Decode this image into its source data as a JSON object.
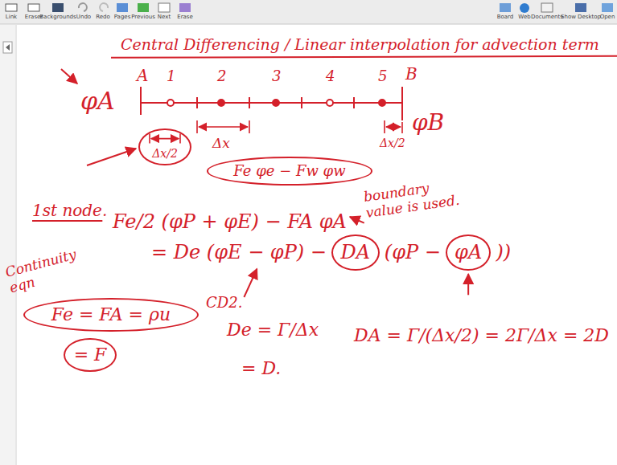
{
  "diagram": {
    "title": "Central Differencing / Linear interpolation for advection term",
    "nodes": [
      {
        "text": [
          "Δx/2"
        ]
      },
      {
        "text": [
          "Fe φe − Fw φw"
        ]
      },
      {
        "text": [
          "DA"
        ]
      },
      {
        "text": [
          "φA"
        ]
      },
      {
        "text": [
          "Fe = FA = ρu"
        ]
      },
      {
        "text": [
          "= F"
        ]
      }
    ],
    "labels": [
      "Link",
      "Eraser",
      "Backgrounds",
      "Undo",
      "Redo",
      "Pages",
      "Previous",
      "Next",
      "Erase",
      "Board",
      "Web",
      "Documents",
      "Show Desktop",
      "Open",
      "A",
      "1",
      "2",
      "3",
      "4",
      "5",
      "B",
      "φA",
      "φB",
      "Δx",
      "Δx/2",
      "1st node.",
      "Fe/2 (φP + φE) − FA φA",
      "boundary value is used.",
      "= De (φE − φP) −",
      "(φP −",
      "))",
      "CD2.",
      "Continuity eqn",
      "De = Γ/Δx",
      "= D.",
      "DA = Γ/(Δx/2) = 2Γ/Δx = 2D"
    ]
  }
}
